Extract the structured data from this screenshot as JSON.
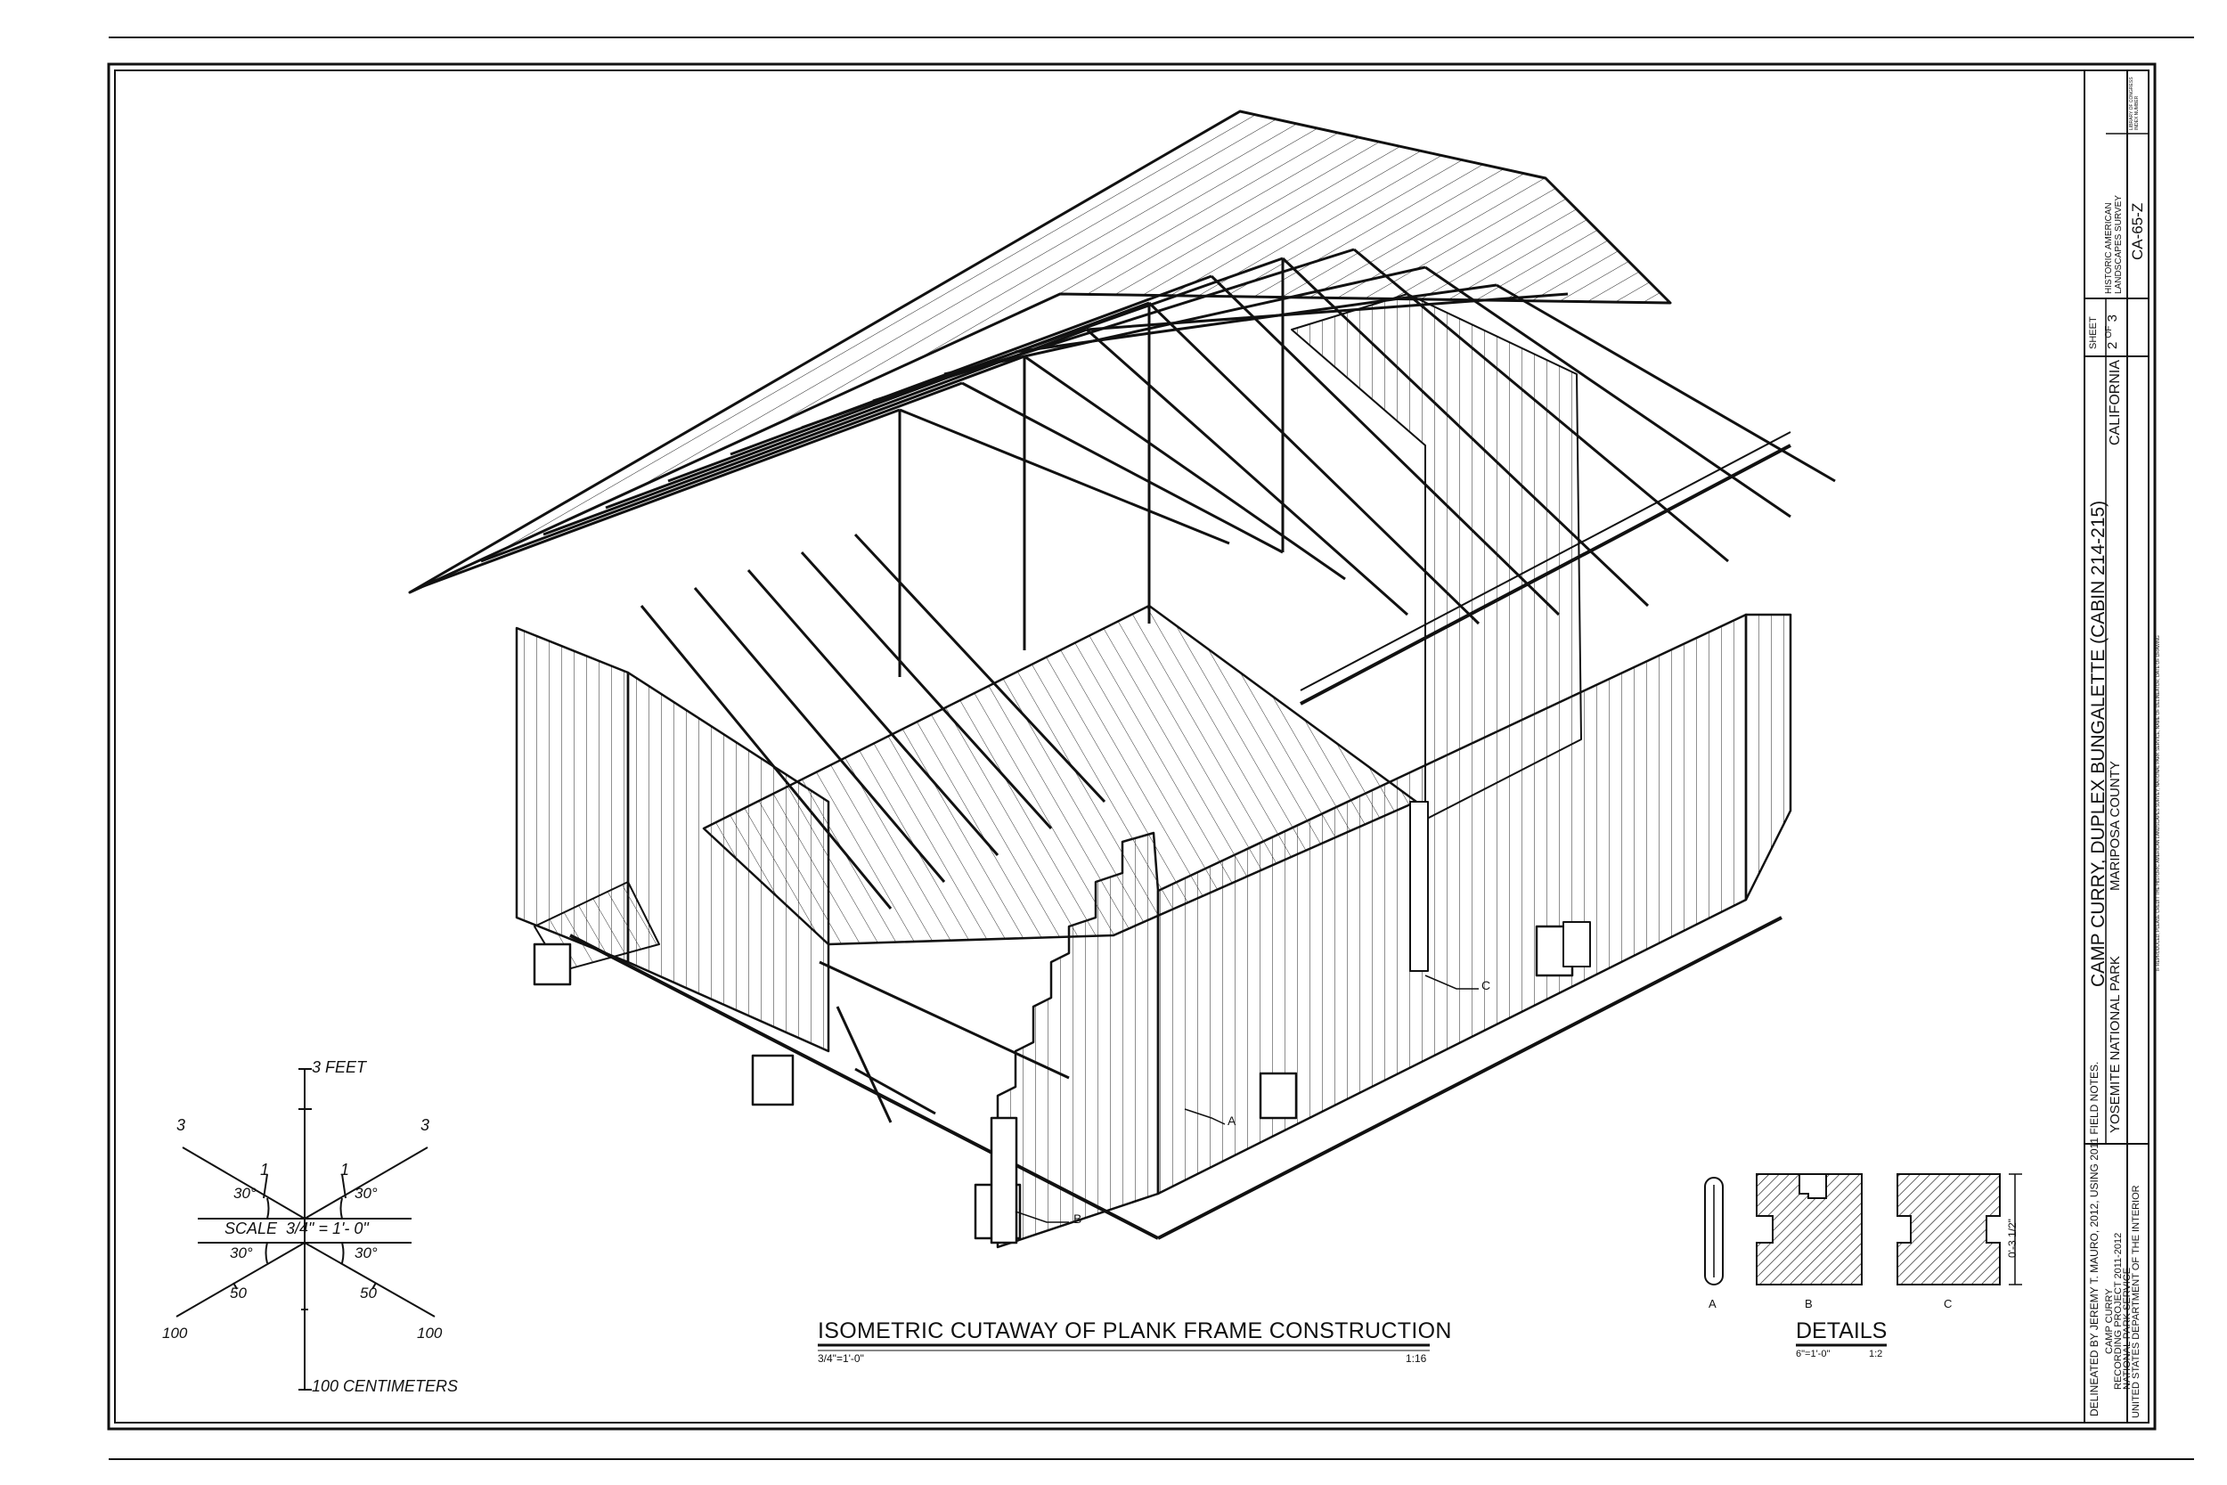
{
  "drawing": {
    "title": "ISOMETRIC CUTAWAY OF PLANK FRAME CONSTRUCTION",
    "scale_left": "3/4\"=1'-0\"",
    "scale_right": "1:16",
    "callouts": {
      "a": "A",
      "b": "B",
      "c": "C"
    }
  },
  "scale_graphic": {
    "feet_label": "3 FEET",
    "cm_label": "100 CENTIMETERS",
    "scale_text": "SCALE  3/4\" = 1'- 0\"",
    "ft_left": "3",
    "ft_right": "3",
    "ft_one_left": "1",
    "ft_one_right": "1",
    "angle_ul": "30°",
    "angle_ur": "30°",
    "angle_ll": "30°",
    "angle_lr": "30°",
    "cm_50_left": "50",
    "cm_50_right": "50",
    "cm_100_left": "100",
    "cm_100_right": "100"
  },
  "details": {
    "title": "DETAILS",
    "scale_left": "6\"=1'-0\"",
    "scale_right": "1:2",
    "labels": [
      "A",
      "B",
      "C"
    ],
    "dimension": "0'-3 1/2\""
  },
  "title_block": {
    "delineated": "DELINEATED BY JEREMY T. MAURO, 2012, USING 2011 FIELD NOTES.",
    "org_lines": [
      "CAMP CURRY",
      "RECORDING PROJECT 2011-2012",
      "NATIONAL PARK SERVICE",
      "UNITED STATES DEPARTMENT OF THE INTERIOR"
    ],
    "main_title": "CAMP CURRY, DUPLEX BUNGALETTE (CABIN 214-215)",
    "park": "YOSEMITE NATIONAL PARK",
    "county": "MARIPOSA COUNTY",
    "state": "CALIFORNIA",
    "sheet_label": "SHEET",
    "sheet_num": "2",
    "sheet_of": "OF",
    "sheet_total": "3",
    "survey": "HISTORIC AMERICAN LANDSCAPES SURVEY",
    "survey_num": "CA-65-Z",
    "loc_note": "LIBRARY OF CONGRESS INDEX NUMBER",
    "credit_note": "IF REPRODUCED, PLEASE CREDIT THE HISTORIC AMERICAN LANDSCAPES SURVEY, NATIONAL PARK SERVICE, NAME OF DELINEATOR, DATE OF DRAWING"
  }
}
